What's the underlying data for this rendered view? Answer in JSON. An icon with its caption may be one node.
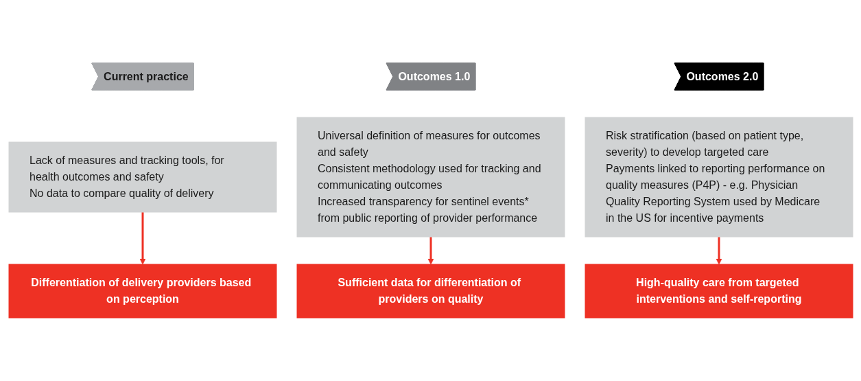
{
  "diagram": {
    "nodes": [
      {
        "text": [
          "Current practice"
        ]
      },
      {
        "text": [
          "Lack of measures and tracking tools, for health outcomes and safety",
          "No data to compare quality of delivery"
        ]
      },
      {
        "text": [
          "Differentiation of delivery providers based on perception"
        ]
      },
      {
        "text": [
          "Outcomes 1.0"
        ]
      },
      {
        "text": [
          "Universal definition of measures for outcomes and safety",
          "Consistent methodology used for tracking and communicating outcomes",
          "Increased transparency for sentinel events* from public reporting of provider performance"
        ]
      },
      {
        "text": [
          "Sufficient data for differentiation of providers on quality"
        ]
      },
      {
        "text": [
          "Outcomes 2.0"
        ]
      },
      {
        "text": [
          "Risk stratification (based on patient type, severity) to develop targeted care",
          "Payments linked to reporting performance on quality measures (P4P) - e.g. Physician Quality Reporting System used by Medicare in the US for incentive payments"
        ]
      },
      {
        "text": [
          "High-quality care from targeted interventions and self-reporting"
        ]
      }
    ],
    "edges": [
      {
        "from": 1,
        "to": 2,
        "arrow": "to"
      },
      {
        "from": 4,
        "to": 5,
        "arrow": "to"
      },
      {
        "from": 7,
        "to": 8,
        "arrow": "to"
      }
    ]
  }
}
